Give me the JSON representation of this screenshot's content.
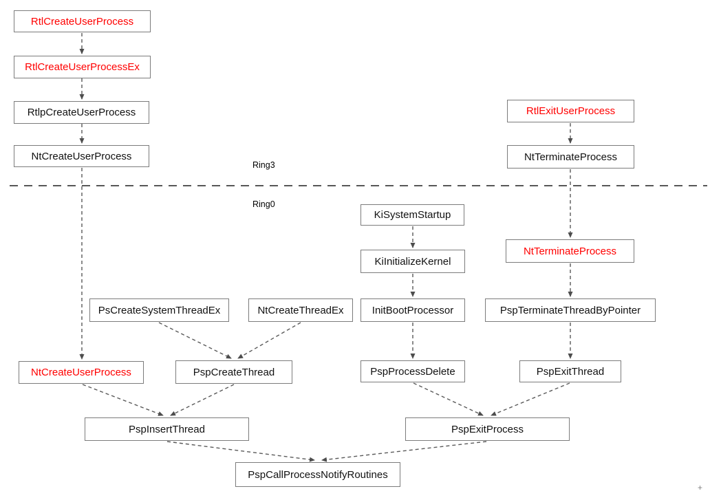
{
  "diagram": {
    "description": "Windows process create/exit kernel call flow, split by Ring3 (user mode) and Ring0 (kernel mode)",
    "labels": {
      "ring3": "Ring3",
      "ring0": "Ring0",
      "cursor_glyph": "+"
    },
    "colors": {
      "red_text": "#ff0000",
      "black_text": "#111111",
      "box_border": "#7b7b7b",
      "arrow": "#595959",
      "separator": "#3f3f3f",
      "background": "#ffffff"
    },
    "nodes": {
      "rtl_create_user_process": {
        "label": "RtlCreateUserProcess",
        "emphasis": "red",
        "ring": "Ring3"
      },
      "rtl_create_user_process_ex": {
        "label": "RtlCreateUserProcessEx",
        "emphasis": "red",
        "ring": "Ring3"
      },
      "rtlp_create_user_process": {
        "label": "RtlpCreateUserProcess",
        "emphasis": "black",
        "ring": "Ring3"
      },
      "nt_create_user_process_user": {
        "label": "NtCreateUserProcess",
        "emphasis": "black",
        "ring": "Ring3"
      },
      "rtl_exit_user_process": {
        "label": "RtlExitUserProcess",
        "emphasis": "red",
        "ring": "Ring3"
      },
      "nt_terminate_process_user": {
        "label": "NtTerminateProcess",
        "emphasis": "black",
        "ring": "Ring3"
      },
      "ki_system_startup": {
        "label": "KiSystemStartup",
        "emphasis": "black",
        "ring": "Ring0"
      },
      "ki_initialize_kernel": {
        "label": "KiInitializeKernel",
        "emphasis": "black",
        "ring": "Ring0"
      },
      "nt_terminate_process_kernel": {
        "label": "NtTerminateProcess",
        "emphasis": "red",
        "ring": "Ring0"
      },
      "ps_create_system_thread_ex": {
        "label": "PsCreateSystemThreadEx",
        "emphasis": "black",
        "ring": "Ring0"
      },
      "nt_create_thread_ex": {
        "label": "NtCreateThreadEx",
        "emphasis": "black",
        "ring": "Ring0"
      },
      "init_boot_processor": {
        "label": "InitBootProcessor",
        "emphasis": "black",
        "ring": "Ring0"
      },
      "psp_terminate_thread_by_pointer": {
        "label": "PspTerminateThreadByPointer",
        "emphasis": "black",
        "ring": "Ring0"
      },
      "nt_create_user_process_kernel": {
        "label": "NtCreateUserProcess",
        "emphasis": "red",
        "ring": "Ring0"
      },
      "psp_create_thread": {
        "label": "PspCreateThread",
        "emphasis": "black",
        "ring": "Ring0"
      },
      "psp_process_delete": {
        "label": "PspProcessDelete",
        "emphasis": "black",
        "ring": "Ring0"
      },
      "psp_exit_thread": {
        "label": "PspExitThread",
        "emphasis": "black",
        "ring": "Ring0"
      },
      "psp_insert_thread": {
        "label": "PspInsertThread",
        "emphasis": "black",
        "ring": "Ring0"
      },
      "psp_exit_process": {
        "label": "PspExitProcess",
        "emphasis": "black",
        "ring": "Ring0"
      },
      "psp_call_process_notify_routines": {
        "label": "PspCallProcessNotifyRoutines",
        "emphasis": "black",
        "ring": "Ring0"
      }
    },
    "edges": [
      {
        "from": "RtlCreateUserProcess",
        "to": "RtlCreateUserProcessEx"
      },
      {
        "from": "RtlCreateUserProcessEx",
        "to": "RtlpCreateUserProcess"
      },
      {
        "from": "RtlpCreateUserProcess",
        "to": "NtCreateUserProcess (Ring3)"
      },
      {
        "from": "NtCreateUserProcess (Ring3)",
        "to": "NtCreateUserProcess (Ring0)"
      },
      {
        "from": "RtlExitUserProcess",
        "to": "NtTerminateProcess (Ring3)"
      },
      {
        "from": "NtTerminateProcess (Ring3)",
        "to": "NtTerminateProcess (Ring0)"
      },
      {
        "from": "NtTerminateProcess (Ring0)",
        "to": "PspTerminateThreadByPointer"
      },
      {
        "from": "PspTerminateThreadByPointer",
        "to": "PspExitThread"
      },
      {
        "from": "KiSystemStartup",
        "to": "KiInitializeKernel"
      },
      {
        "from": "KiInitializeKernel",
        "to": "InitBootProcessor"
      },
      {
        "from": "InitBootProcessor",
        "to": "PspProcessDelete"
      },
      {
        "from": "PsCreateSystemThreadEx",
        "to": "PspCreateThread"
      },
      {
        "from": "NtCreateThreadEx",
        "to": "PspCreateThread"
      },
      {
        "from": "NtCreateUserProcess (Ring0)",
        "to": "PspInsertThread"
      },
      {
        "from": "PspCreateThread",
        "to": "PspInsertThread"
      },
      {
        "from": "PspProcessDelete",
        "to": "PspExitProcess"
      },
      {
        "from": "PspExitThread",
        "to": "PspExitProcess"
      },
      {
        "from": "PspInsertThread",
        "to": "PspCallProcessNotifyRoutines"
      },
      {
        "from": "PspExitProcess",
        "to": "PspCallProcessNotifyRoutines"
      }
    ]
  }
}
